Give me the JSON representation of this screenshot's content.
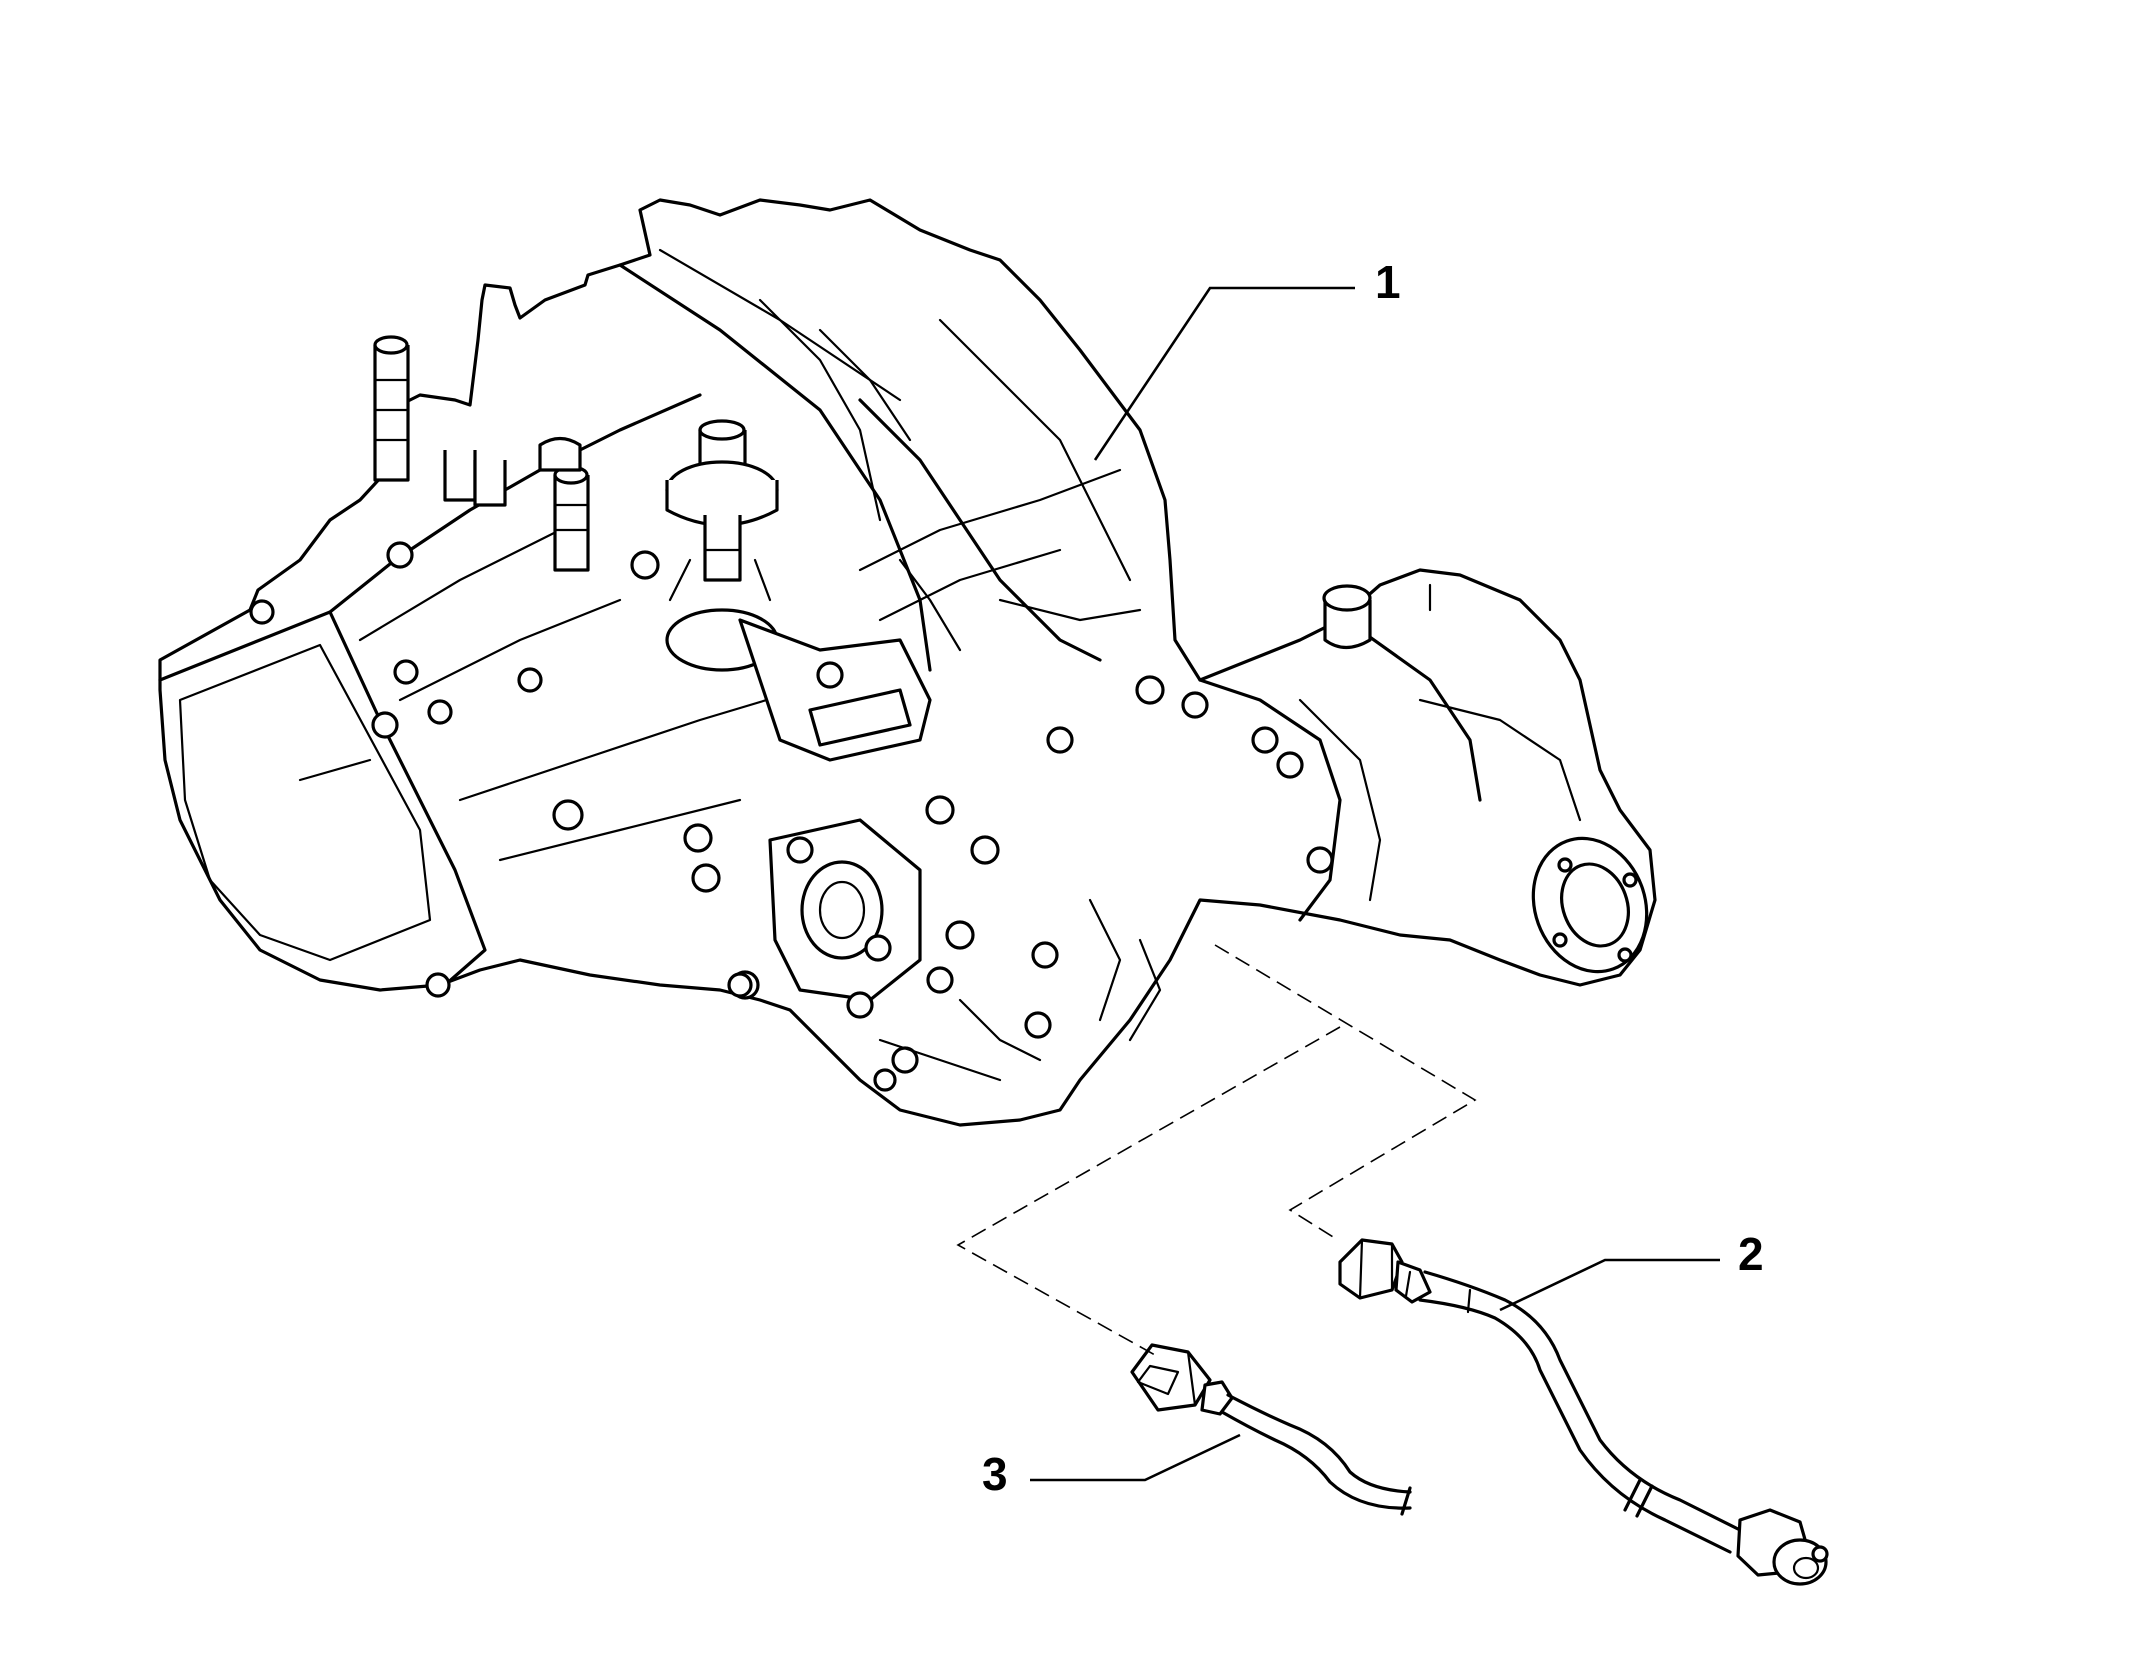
{
  "callouts": [
    {
      "number": "1"
    },
    {
      "number": "2"
    },
    {
      "number": "3"
    }
  ],
  "parts": {
    "part_1": "gearbox-assembly",
    "part_2": "speedometer-cable",
    "part_3": "sensor-wiring"
  },
  "colors": {
    "ink": "#000000",
    "background": "#ffffff"
  }
}
